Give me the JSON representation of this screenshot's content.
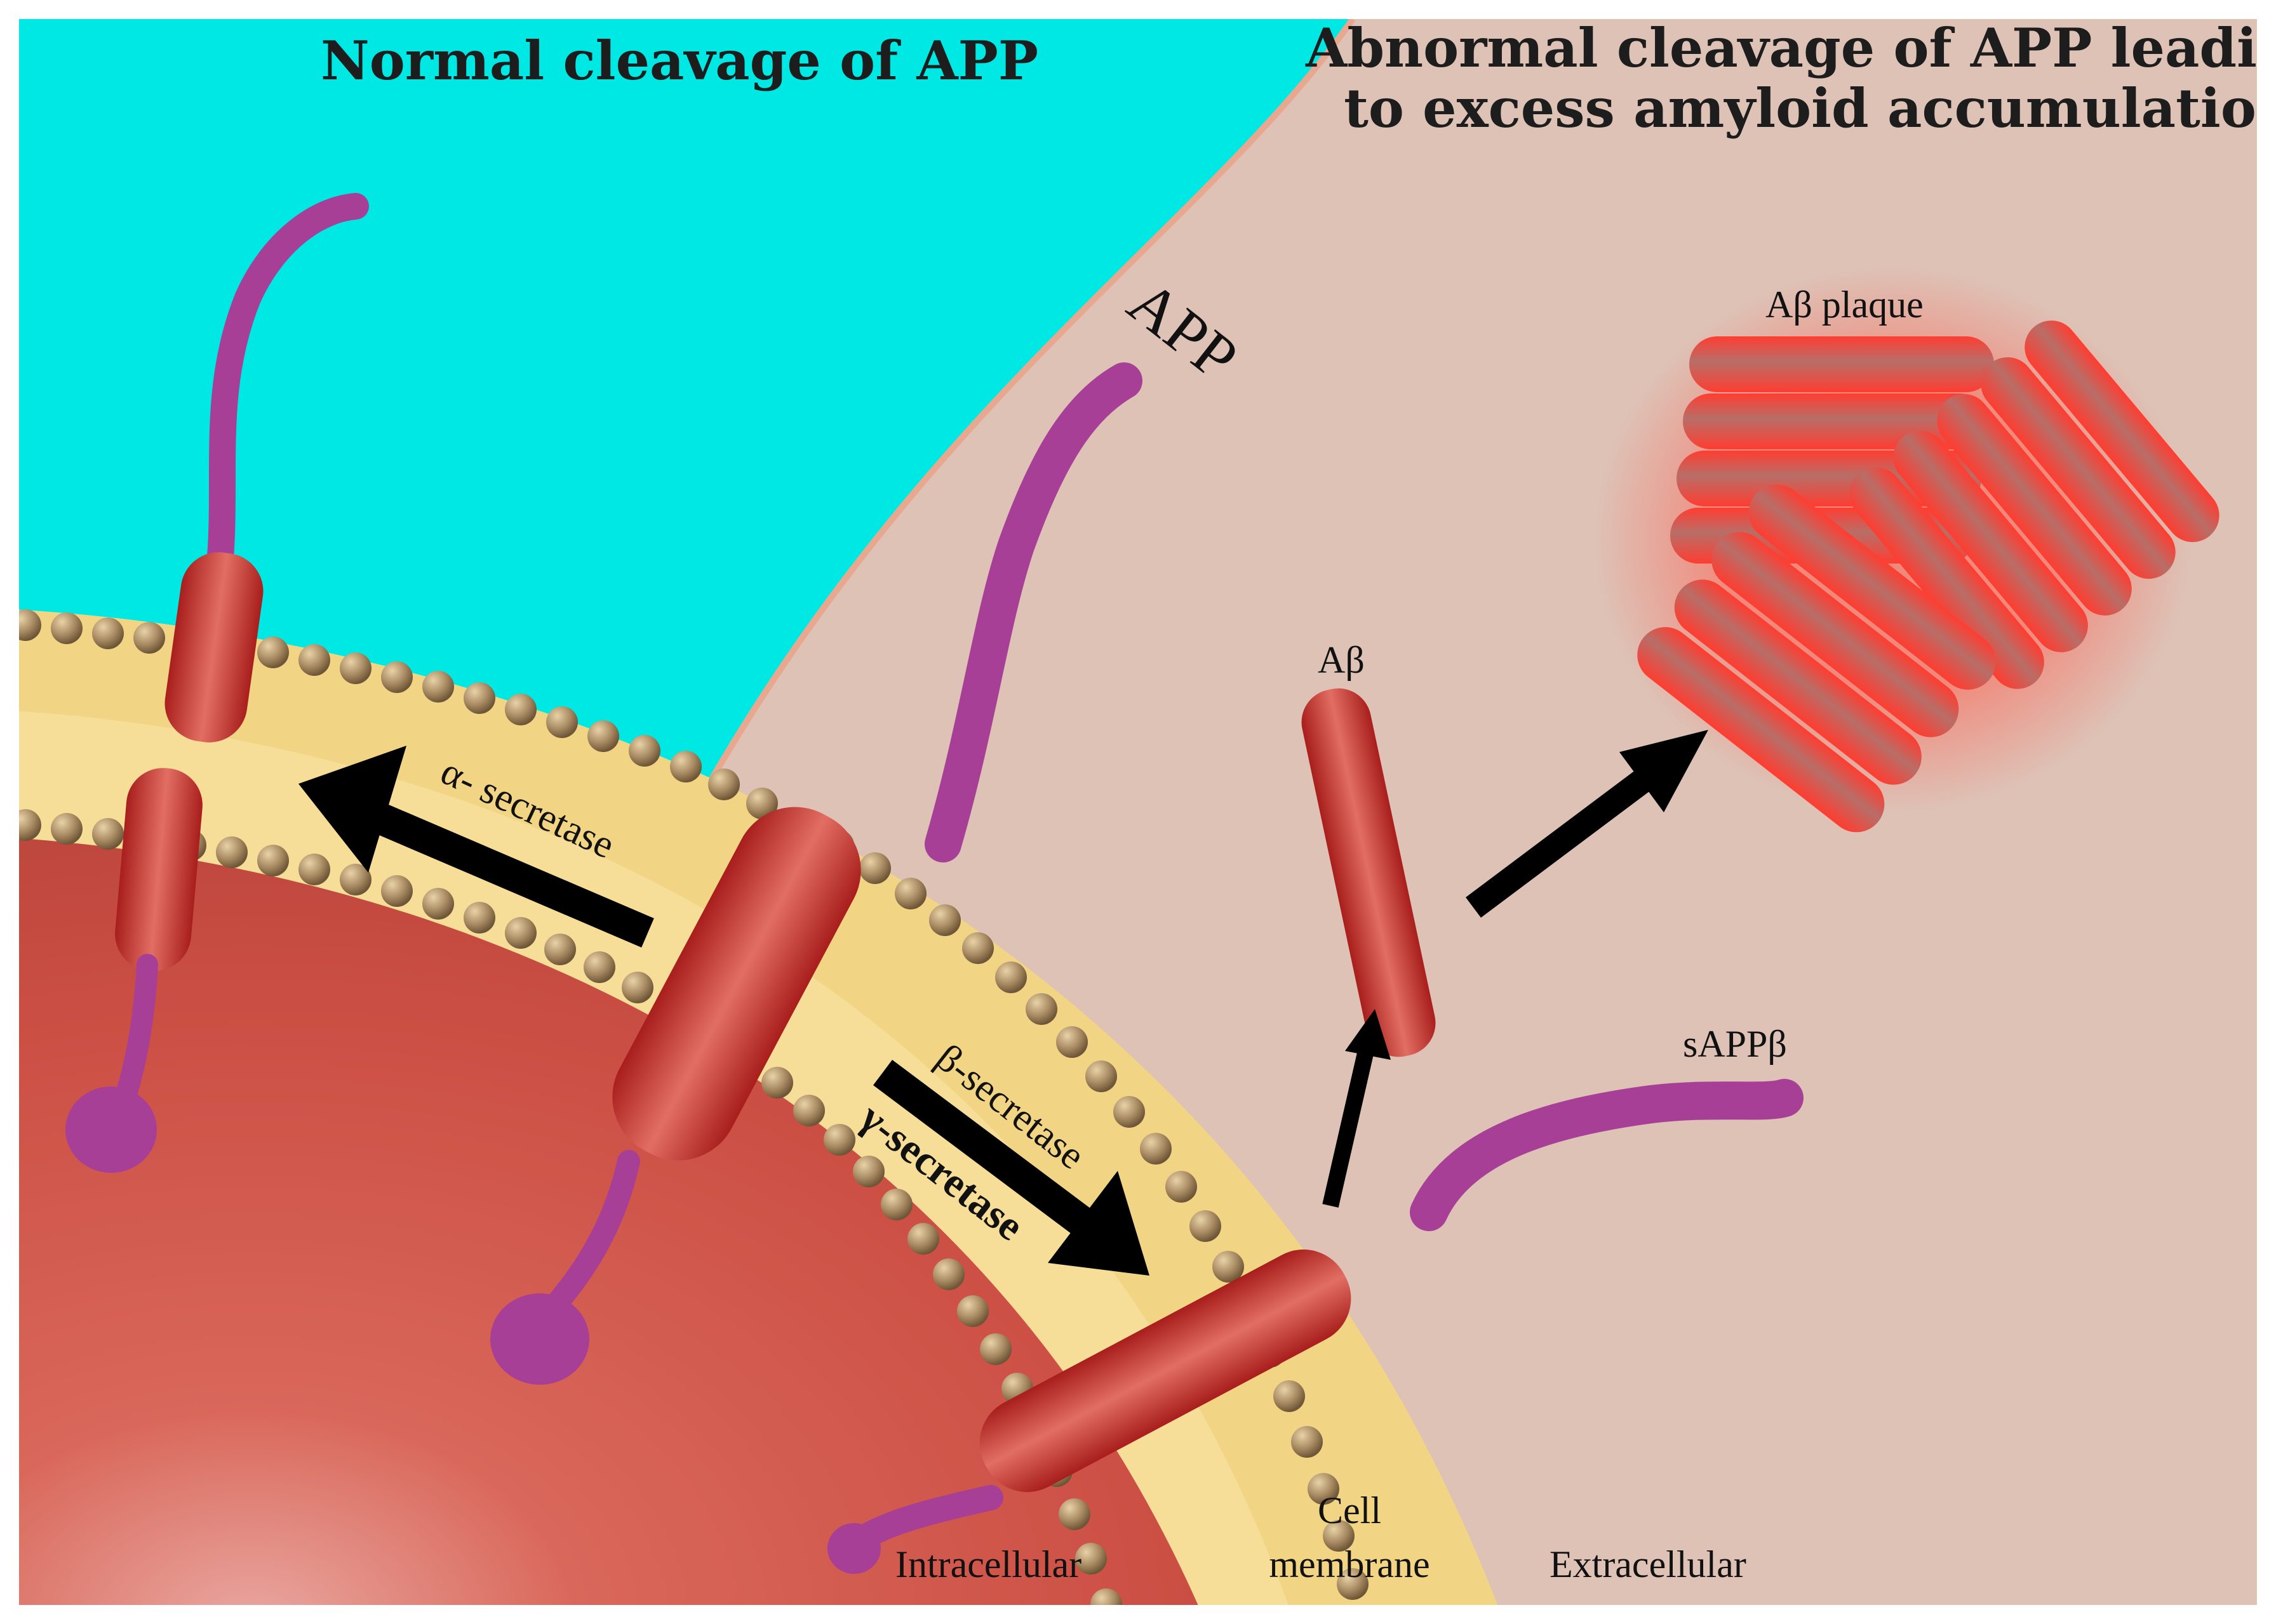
{
  "titles": {
    "left": "Normal cleavage of APP",
    "right_line1": "Abnormal cleavage of APP leading",
    "right_line2": "to excess amyloid accumulation"
  },
  "labels": {
    "app": "APP",
    "alpha": "α- secretase",
    "beta": "β-secretase",
    "gamma": "γ-secretase",
    "abeta": "Aβ",
    "plaque": "Aβ plaque",
    "sapp": "sAPPβ",
    "intracellular": "Intracellular",
    "cell": "Cell",
    "membrane": "membrane",
    "extracellular": "Extracellular"
  },
  "colors": {
    "normal_background": "#00E8E4",
    "extracellular_background": "#DEC2B6",
    "cytoplasm": "#D2574A",
    "membrane": "#F0D27A",
    "lipid_head": "#A08560",
    "protein_red": "#D23A34",
    "protein_purple": "#A63F95",
    "plaque_red": "#FF3A30",
    "arrow": "#000000"
  }
}
